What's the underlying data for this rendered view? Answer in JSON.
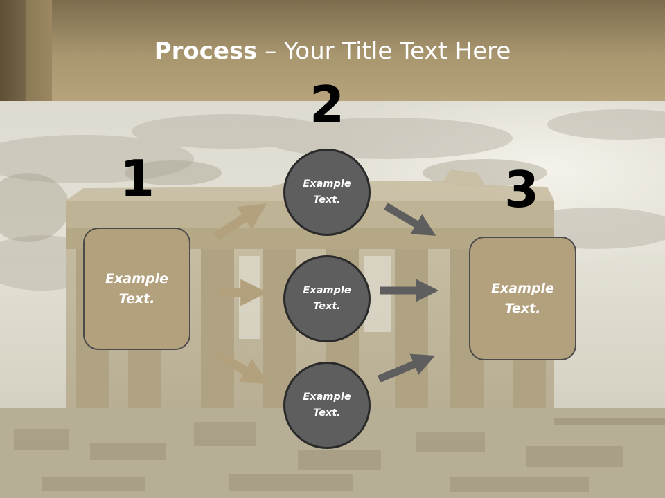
{
  "title": {
    "bold": "Process",
    "rest": " – Your Title Text Here"
  },
  "steps": {
    "one": {
      "number": "1",
      "text": "Example Text."
    },
    "two": {
      "number": "2"
    },
    "three": {
      "number": "3",
      "text": "Example Text."
    }
  },
  "circles": [
    {
      "text": "Example Text."
    },
    {
      "text": "Example Text."
    },
    {
      "text": "Example Text."
    }
  ],
  "colors": {
    "header": "#a8966f",
    "box_fill": "#b3a17e",
    "circle_fill": "#5e5e5e",
    "arrow_tan": "#b3a17e",
    "arrow_gray": "#5e5e5e"
  }
}
